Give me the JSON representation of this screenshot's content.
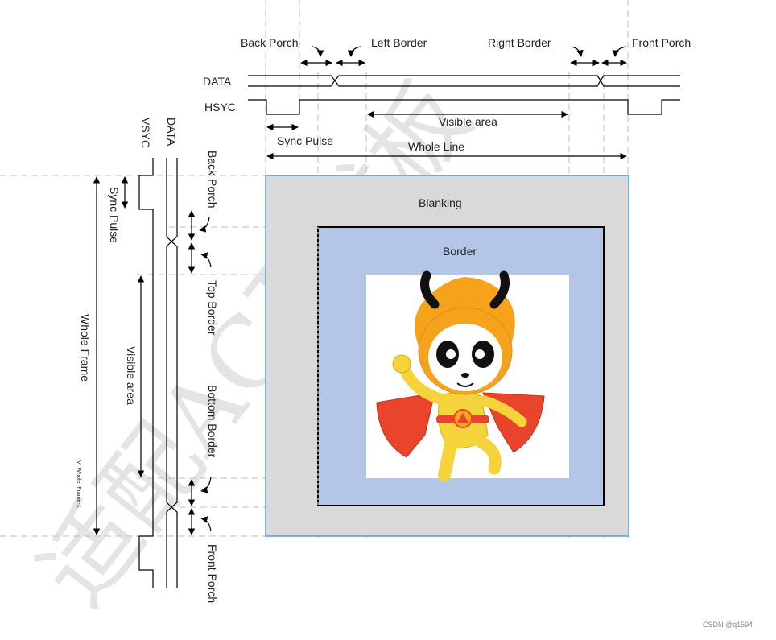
{
  "horizontal": {
    "labels": {
      "back_porch": "Back Porch",
      "left_border": "Left Border",
      "right_border": "Right Border",
      "front_porch": "Front Porch",
      "data": "DATA",
      "hsync": "HSYC",
      "visible_area": "Visible area",
      "sync_pulse": "Sync Pulse",
      "whole_line": "Whole Line"
    }
  },
  "vertical": {
    "labels": {
      "vsync": "VSYC",
      "data": "DATA",
      "back_porch": "Back Porch",
      "sync_pulse": "Sync Pulse",
      "top_border": "Top Border",
      "whole_frame": "Whole Frame",
      "visible_area": "Visible area",
      "bottom_border": "Bottom Border",
      "v_whole_frame": "V_Whole_Frame-1",
      "front_porch": "Front Porch"
    }
  },
  "frame": {
    "blanking": "Blanking",
    "border": "Border"
  },
  "colors": {
    "blanking_fill": "#d9d9d9",
    "blanking_stroke": "#5b9bd5",
    "border_fill": "#b4c6e7",
    "visible_fill": "#ffffff",
    "line": "#000000",
    "dashed": "#bfbfbf"
  },
  "watermark": "适配AC开发板",
  "credit": "CSDN @q1594"
}
